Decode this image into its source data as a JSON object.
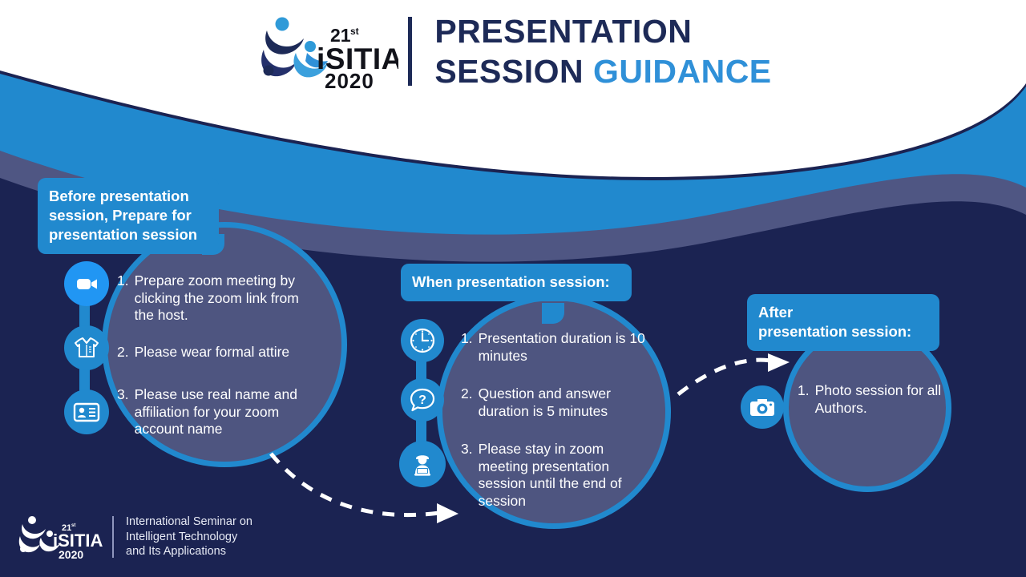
{
  "header": {
    "logo": {
      "edition": "21",
      "edition_suffix": "st",
      "name": "iSITIA",
      "year": "2020"
    },
    "title_line1": "PRESENTATION",
    "title_line2_plain": "SESSION ",
    "title_line2_accent": "GUIDANCE"
  },
  "colors": {
    "background_navy": "#1b2352",
    "wave_blue": "#2189ce",
    "wave_slate": "#4f5683",
    "circle_fill": "#4e5580",
    "accent_blue": "#2189ce",
    "zoom_icon_blue": "#2196f3",
    "title_navy": "#1d2a57",
    "title_accent": "#2f90d8",
    "white": "#ffffff"
  },
  "groups": [
    {
      "id": "before",
      "label": "Before presentation\nsession, Prepare for\npresentation session",
      "label_lines": [
        "Before presentation",
        "session, Prepare for",
        "presentation session"
      ],
      "items": [
        {
          "num": "1.",
          "text": "Prepare zoom meeting by clicking the zoom link from the host.",
          "icon": "video-camera-icon"
        },
        {
          "num": "2.",
          "text": "Please wear formal attire",
          "icon": "shirt-icon"
        },
        {
          "num": "3.",
          "text": "Please use real name and affiliation for your zoom account name",
          "icon": "id-card-icon"
        }
      ]
    },
    {
      "id": "when",
      "label": "When presentation session:",
      "label_lines": [
        "When presentation session:"
      ],
      "items": [
        {
          "num": "1.",
          "text": "Presentation duration is 10 minutes",
          "icon": "clock-icon"
        },
        {
          "num": "2.",
          "text": "Question and answer duration is 5 minutes",
          "icon": "question-bubble-icon"
        },
        {
          "num": "3.",
          "text": "Please stay in zoom meeting presentation session until the end of session",
          "icon": "person-laptop-icon"
        }
      ]
    },
    {
      "id": "after",
      "label": "After\npresentation session:",
      "label_lines": [
        "After",
        "presentation session:"
      ],
      "items": [
        {
          "num": "1.",
          "text": "Photo session for all Authors.",
          "icon": "camera-icon"
        }
      ]
    }
  ],
  "footer": {
    "logo": {
      "edition": "21",
      "edition_suffix": "st",
      "name": "iSITIA",
      "year": "2020"
    },
    "lines": [
      "International Seminar on",
      "Intelligent Technology",
      "and Its Applications"
    ],
    "text": "International Seminar on Intelligent Technology and Its Applications"
  }
}
